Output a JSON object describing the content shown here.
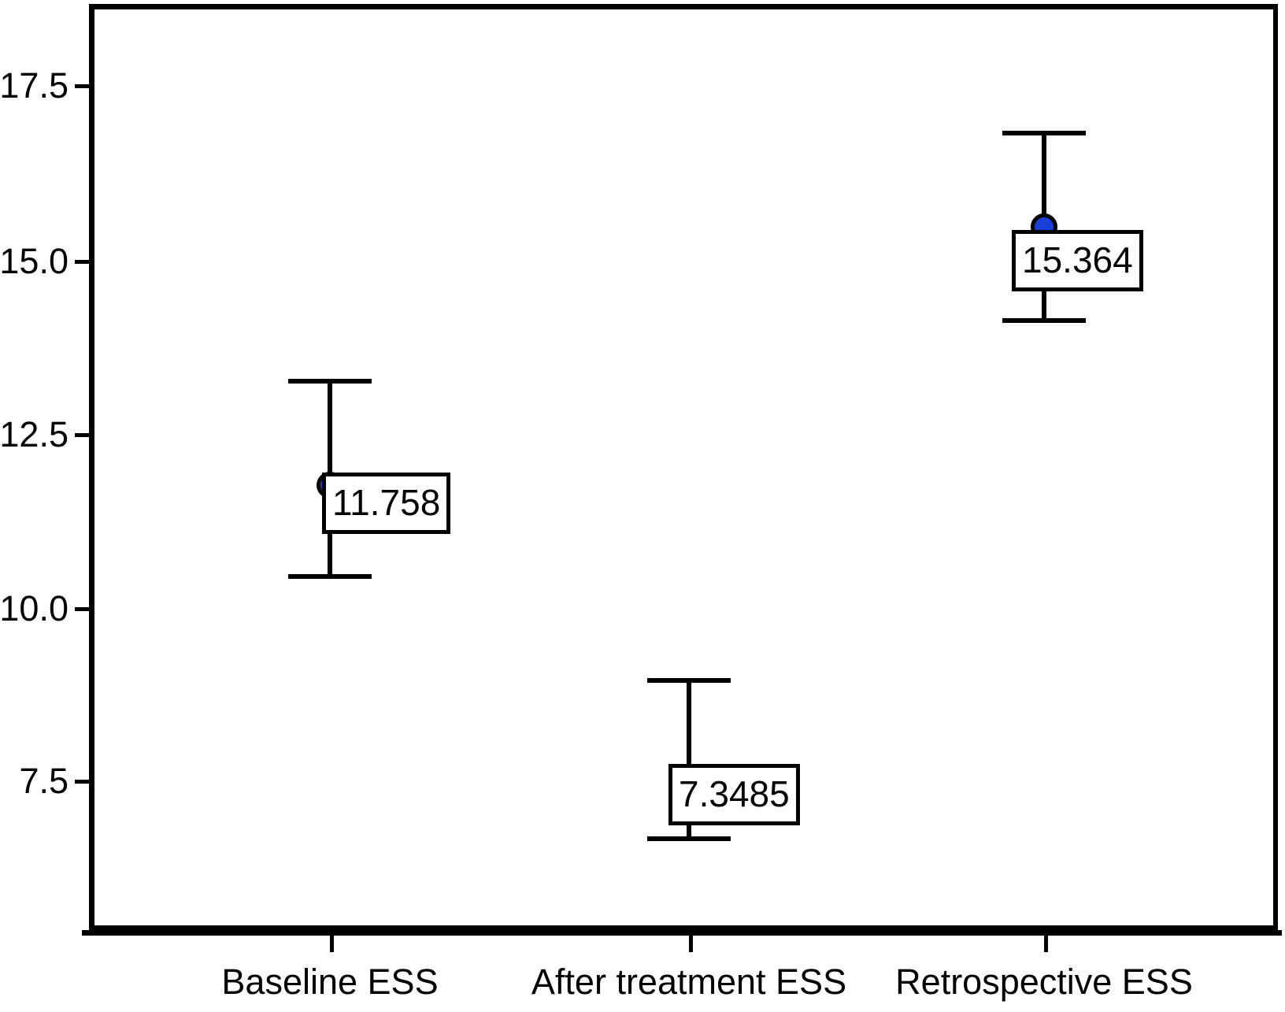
{
  "chart_data": {
    "type": "scatter",
    "title": "",
    "xlabel": "",
    "ylabel": "",
    "categories": [
      "Baseline ESS",
      "After treatment ESS",
      "Retrospective ESS"
    ],
    "values": [
      11.758,
      7.3485,
      15.364
    ],
    "value_labels": [
      "11.758",
      "7.3485",
      "15.364"
    ],
    "error_low": [
      10.5,
      6.2,
      14.0
    ],
    "error_high": [
      13.0,
      8.5,
      16.8
    ],
    "ylim": [
      6.0,
      18.1
    ],
    "yticks": [
      7.5,
      10.0,
      12.5,
      15.0,
      17.5
    ],
    "ytick_labels": [
      "7.5",
      "10.0",
      "12.5",
      "15.0",
      "17.5"
    ],
    "grid": false,
    "legend": null,
    "marker_color": "#1a3fd6",
    "marker_edge_color": "#000000",
    "errorbar_color": "#000000",
    "background": "#ffffff"
  },
  "yticks": {
    "t0": "17.5",
    "t1": "15.0",
    "t2": "12.5",
    "t3": "10.0",
    "t4": "7.5"
  },
  "xticks": {
    "t0": "Baseline ESS",
    "t1": "After treatment ESS",
    "t2": "Retrospective ESS"
  },
  "labels": {
    "v0": "11.758",
    "v1": "7.3485",
    "v2": "15.364"
  }
}
